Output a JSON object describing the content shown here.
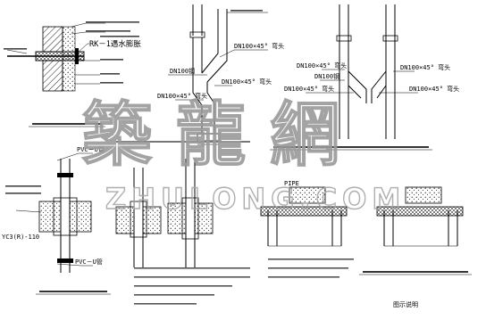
{
  "labels": {
    "rk_waterstop": "RK－1遇水膨胀",
    "dn_a1": "DN100×45° 弯头",
    "dn_a2": "DN100钢",
    "dn_a3": "DN100×45° 弯头",
    "dn_b1": "DN100×45° 弯头",
    "dn_b2": "DN100钢",
    "dn_b3": "DN100×45° 弯头",
    "dn_b4": "DN100×45° 弯头",
    "pvc_top": "PVC－U管",
    "pvc_bottom": "PVC－U管",
    "fixture_code": "YC3(R)-110",
    "pipe_label": "PIPE",
    "stamp_label": "图示说明"
  },
  "watermark": {
    "chinese": "築 龍 網",
    "latin": "ZHULONG.COM"
  }
}
